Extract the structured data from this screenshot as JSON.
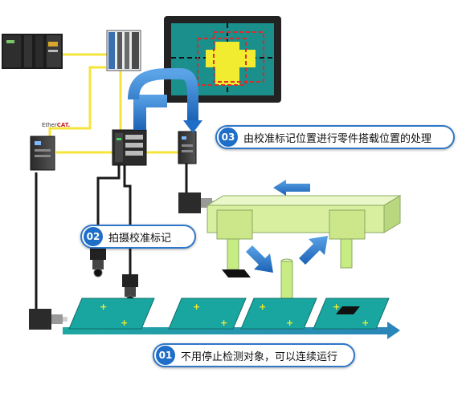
{
  "network_label": {
    "prefix": "Ether",
    "suffix": "CAT."
  },
  "callouts": [
    {
      "num": "03",
      "text": "由校准标记位置进行零件搭载位置的处理"
    },
    {
      "num": "02",
      "text": "拍摄校准标记"
    },
    {
      "num": "01",
      "text": "不用停止检测对象，可以连续运行"
    }
  ],
  "colors": {
    "ethercat_cable": "#f5e43a",
    "camera_cable": "#1a1a1a",
    "flow_arrow": "#1f6ec8",
    "conveyor": "#1aa6a0",
    "gantry": "#d7ef9f",
    "marker": "#f2ec30",
    "callout_border": "#2f77c9",
    "monitor_frame": "#222222",
    "monitor_screen": "#1a8f8c"
  },
  "icons": [
    "controller-icon",
    "io-module-icon",
    "servo-drive-icon",
    "vision-controller-icon",
    "camera-icon",
    "servo-motor-icon",
    "monitor-icon"
  ]
}
